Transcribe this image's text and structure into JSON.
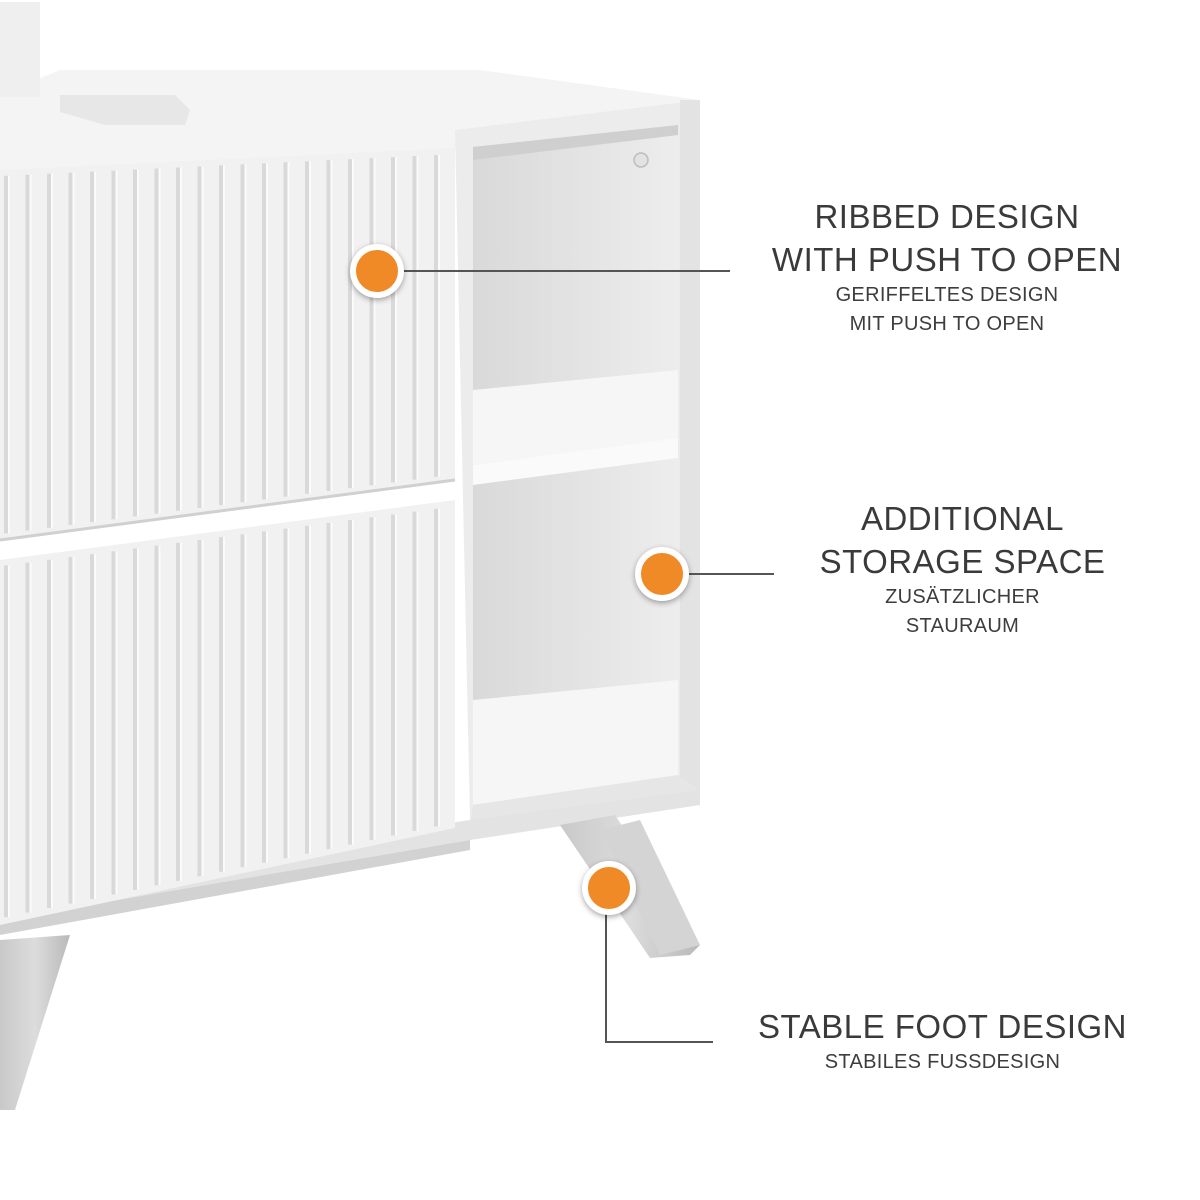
{
  "features": [
    {
      "id": "ribbed",
      "title": "RIBBED DESIGN\nWITH PUSH TO OPEN",
      "subtitle": "GERIFFELTES DESIGN\nMIT PUSH TO OPEN"
    },
    {
      "id": "storage",
      "title": "ADDITIONAL\nSTORAGE SPACE",
      "subtitle": "ZUSÄTZLICHER\nSTAURAUM"
    },
    {
      "id": "foot",
      "title": "STABLE FOOT DESIGN",
      "subtitle": "STABILES FUSSDESIGN"
    }
  ],
  "colors": {
    "marker": "#ef8a26",
    "text": "#3a3a3a",
    "leader_line": "#555555",
    "cabinet": "#f1f1f1",
    "background": "#ffffff"
  }
}
